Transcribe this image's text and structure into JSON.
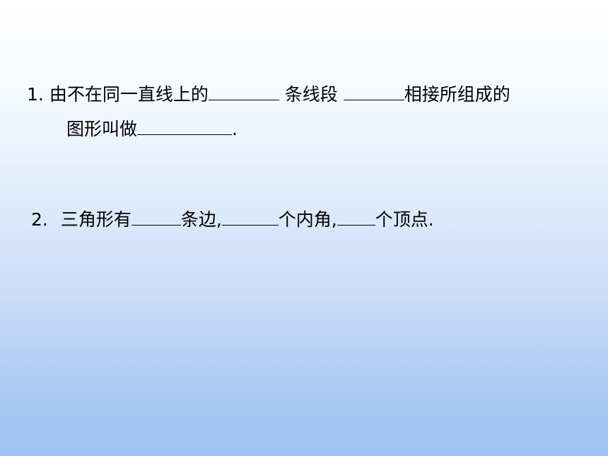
{
  "question_1": {
    "number": "1.",
    "line_1": {
      "part_a": "由不在同一直线上的",
      "part_b": " 条线段 ",
      "part_c": "相接所组成的"
    },
    "line_2": {
      "part_a": "图形叫做",
      "part_b": "."
    }
  },
  "question_2": {
    "number": "2.",
    "part_a": "三角形有",
    "part_b": "条边,",
    "part_c": "个内角,",
    "part_d": "个顶点."
  }
}
